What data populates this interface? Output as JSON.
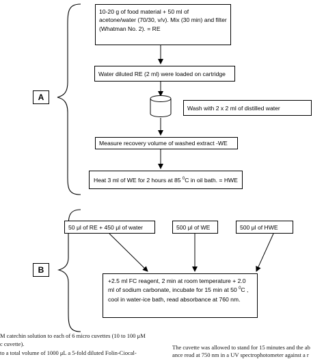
{
  "section_a": {
    "label": "A",
    "step1": "10-20 g of food material + 50 ml of acetone/water (70/30, v/v). Mix (30 min) and filter (Whatman No. 2). = RE",
    "step2": "Water diluted RE (2 ml) were loaded on cartridge",
    "wash": "Wash with 2 x 2 ml of distilled water",
    "step3": "Measure recovery volume of washed extract -WE",
    "step4_pre": "Heat 3 ml of WE for 2 hours at 85 ",
    "step4_sup": "0",
    "step4_post": "C in oil bath. = HWE"
  },
  "section_b": {
    "label": "B",
    "input1": "50 μl of RE + 450 μl of water",
    "input2": "500 μl of WE",
    "input3": "500 μl of HWE",
    "final_pre": "+2.5 ml FC reagent, 2 min at room temperature + 2.0 ml of sodium carbonate, incubate for 15 min at 50 ",
    "final_sup": "0",
    "final_post": "C , cool in water-ice bath, read absorbance at 760 nm."
  },
  "footer": {
    "left_line1": "M catechin solution to each of 6 micro cuvettes (10 to 100 μM",
    "left_line2": "c cuvette).",
    "left_line3": " to a total volume of 1000 μL a 5-fold diluted Folin-Ciocal-",
    "right_line1": "The cuvette was allowed to stand for 15 minutes and the ab",
    "right_line2": "ance read at 750 nm in a UV spectrophotometer against a r"
  }
}
